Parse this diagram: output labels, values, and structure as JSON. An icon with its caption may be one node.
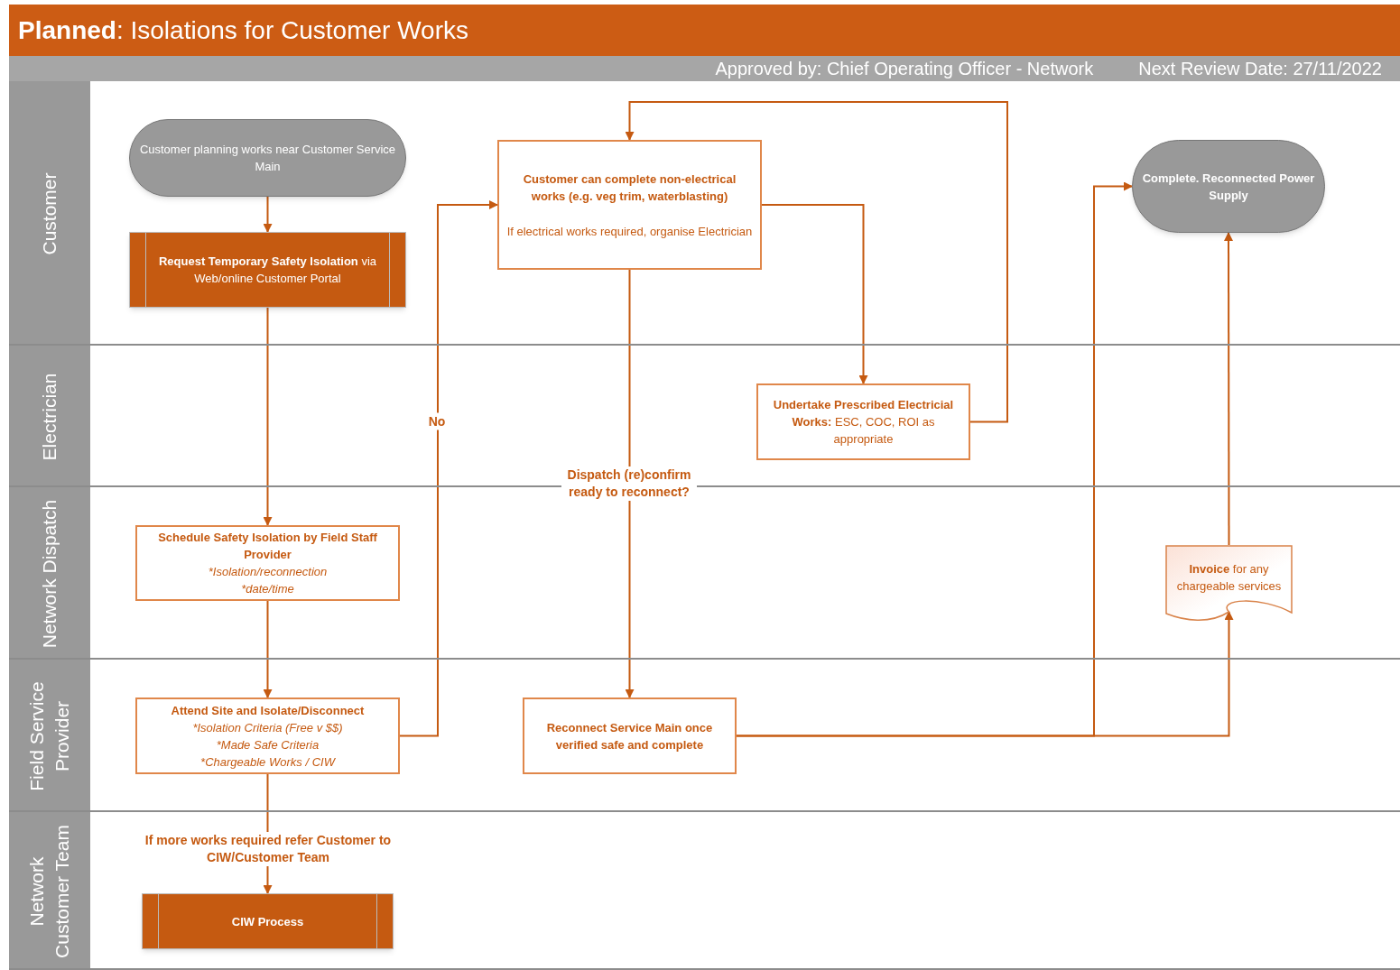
{
  "diagram": {
    "title": "**Planned**: Isolations for Customer Works",
    "nodes": [
      {
        "text": [
          "Customer"
        ]
      },
      {
        "text": [
          "Customer planning works near Customer Service Main"
        ],
        "in": 0
      },
      {
        "text": [
          "**Request Temporary Safety Isolation** via Web/online Customer Portal"
        ],
        "in": 0
      },
      {
        "text": [
          "Customer can complete non-electrical works (e.g. veg trim, waterblasting)",
          "If electrical works required, organise Electrician"
        ],
        "in": 0
      },
      {
        "text": [
          "Complete.  Reconnected Power Supply"
        ],
        "in": 0
      },
      {
        "text": [
          "Electrician"
        ]
      },
      {
        "text": [
          "**Undertake Prescribed Electricial Works:** ESC, COC, ROI as appropriate"
        ],
        "in": 5
      },
      {
        "text": [
          "Network Dispatch"
        ]
      },
      {
        "text": [
          "Schedule Safety Isolation by Field Staff Provider",
          "*Isolation/reconnection",
          "*date/time"
        ],
        "in": 7
      },
      {
        "text": [
          "**Invoice** for any chargeable services"
        ],
        "in": 7
      },
      {
        "text": [
          "Field Service Provider"
        ]
      },
      {
        "text": [
          "Attend Site and Isolate/Disconnect",
          "*Isolation Criteria (Free v $$)",
          "*Made Safe Criteria",
          "*Chargeable Works / CIW"
        ],
        "in": 10
      },
      {
        "text": [
          "Reconnect Service Main once verified safe and complete"
        ],
        "in": 10
      },
      {
        "text": [
          "Network Customer Team"
        ]
      },
      {
        "text": [
          "CIW Process"
        ],
        "in": 13
      }
    ],
    "edges": [
      {
        "from": 1,
        "to": 2,
        "arrow": "to"
      },
      {
        "from": 2,
        "to": 8,
        "arrow": "to"
      },
      {
        "from": 8,
        "to": 11,
        "arrow": "to"
      },
      {
        "from": 11,
        "to": 3,
        "arrow": "to",
        "label": "No"
      },
      {
        "from": 3,
        "to": 6,
        "arrow": "to"
      },
      {
        "from": 6,
        "to": 3,
        "arrow": "to"
      },
      {
        "from": 3,
        "to": 12,
        "arrow": "to",
        "label": "Dispatch (re)confirm ready to reconnect?"
      },
      {
        "from": 12,
        "to": 4,
        "arrow": "to"
      },
      {
        "from": 12,
        "to": 9,
        "arrow": "to"
      },
      {
        "from": 9,
        "to": 4,
        "arrow": "to"
      },
      {
        "from": 11,
        "to": 14,
        "arrow": "to",
        "label": "If more works required refer Customer to CIW/Customer Team"
      }
    ],
    "labels": [
      "Approved by: Chief Operating Officer - Network",
      "Next Review Date: 27/11/2022"
    ]
  }
}
